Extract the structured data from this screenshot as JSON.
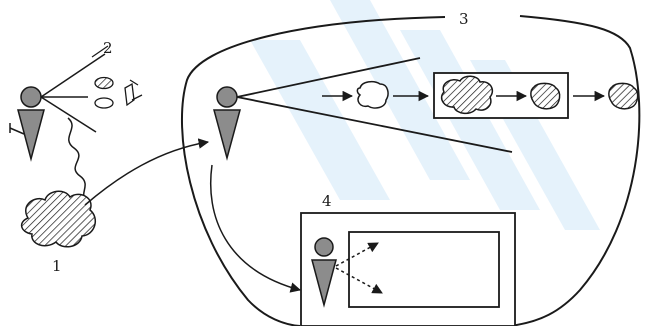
{
  "labels": {
    "one": "1",
    "two": "2",
    "three": "3",
    "four": "4"
  },
  "colors": {
    "stroke": "#1a1a1a",
    "figure_fill": "#8c8c8c",
    "hatch": "#1a1a1a",
    "background": "#ffffff",
    "watermark": "#cfe7f7"
  }
}
